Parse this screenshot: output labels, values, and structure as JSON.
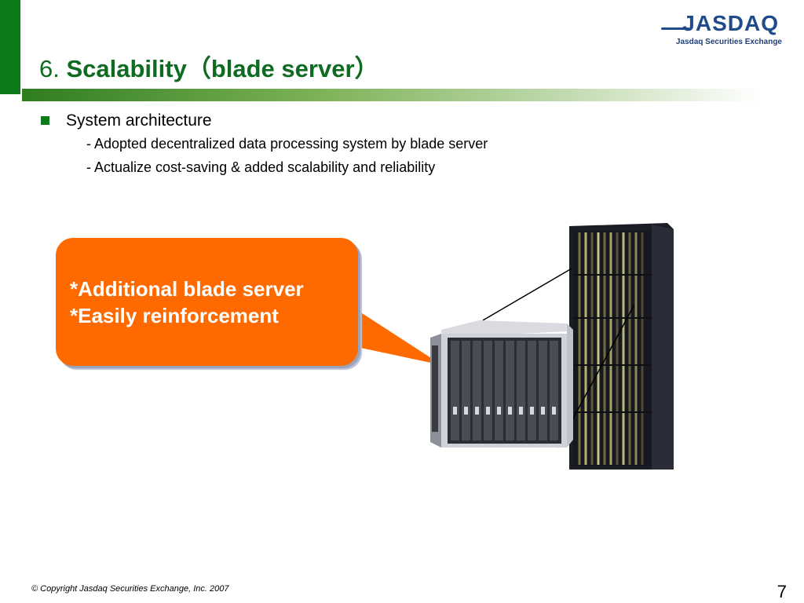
{
  "slide": {
    "title_number": "6.",
    "title_text": "Scalability（blade server）"
  },
  "logo": {
    "name": "JASDAQ",
    "subtitle": "Jasdaq Securities Exchange"
  },
  "bullets": {
    "main": "System architecture",
    "dash": "-",
    "subs": [
      "Adopted decentralized data processing system by blade server",
      "Actualize cost-saving & added scalability and reliability"
    ]
  },
  "callout": {
    "line1": "*Additional blade server",
    "line2": "*Easily reinforcement"
  },
  "footer": {
    "copyright": "© Copyright Jasdaq Securities Exchange, Inc. 2007",
    "page_number": "7"
  },
  "colors": {
    "accent_green": "#0d7a1a",
    "title_green": "#0f6b21",
    "callout_orange": "#ff6a00",
    "logo_blue": "#1f4b8c"
  }
}
